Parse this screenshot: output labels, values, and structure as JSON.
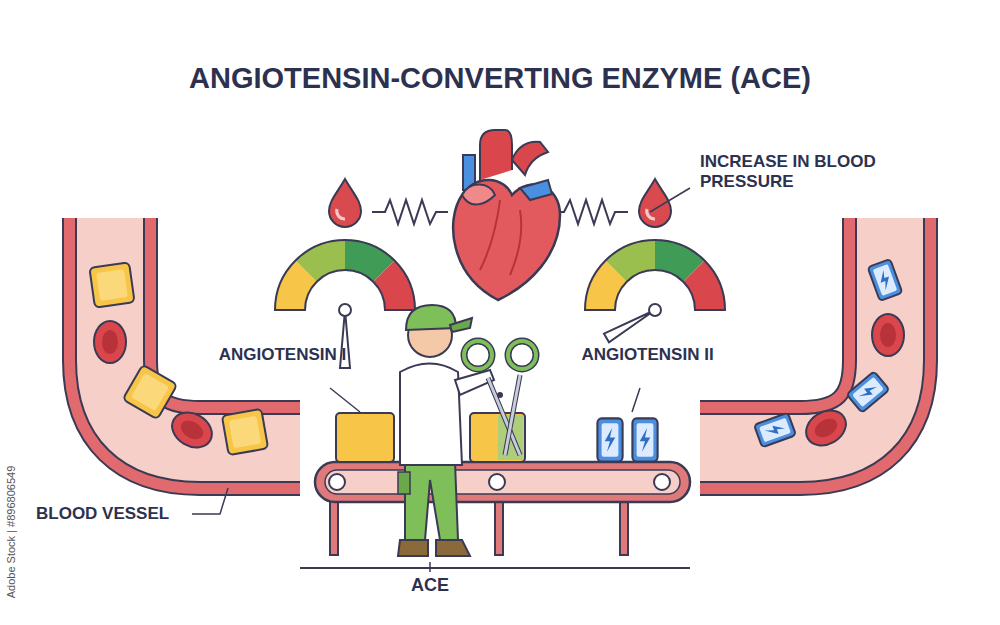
{
  "diagram": {
    "title": "ANGIOTENSIN-CONVERTING ENZYME (ACE)",
    "labels": [
      "INCREASE IN BLOOD PRESSURE",
      "ANGIOTENSIN I",
      "ANGIOTENSIN II",
      "BLOOD VESSEL",
      "ACE",
      "Adobe Stock | #896806549"
    ]
  }
}
